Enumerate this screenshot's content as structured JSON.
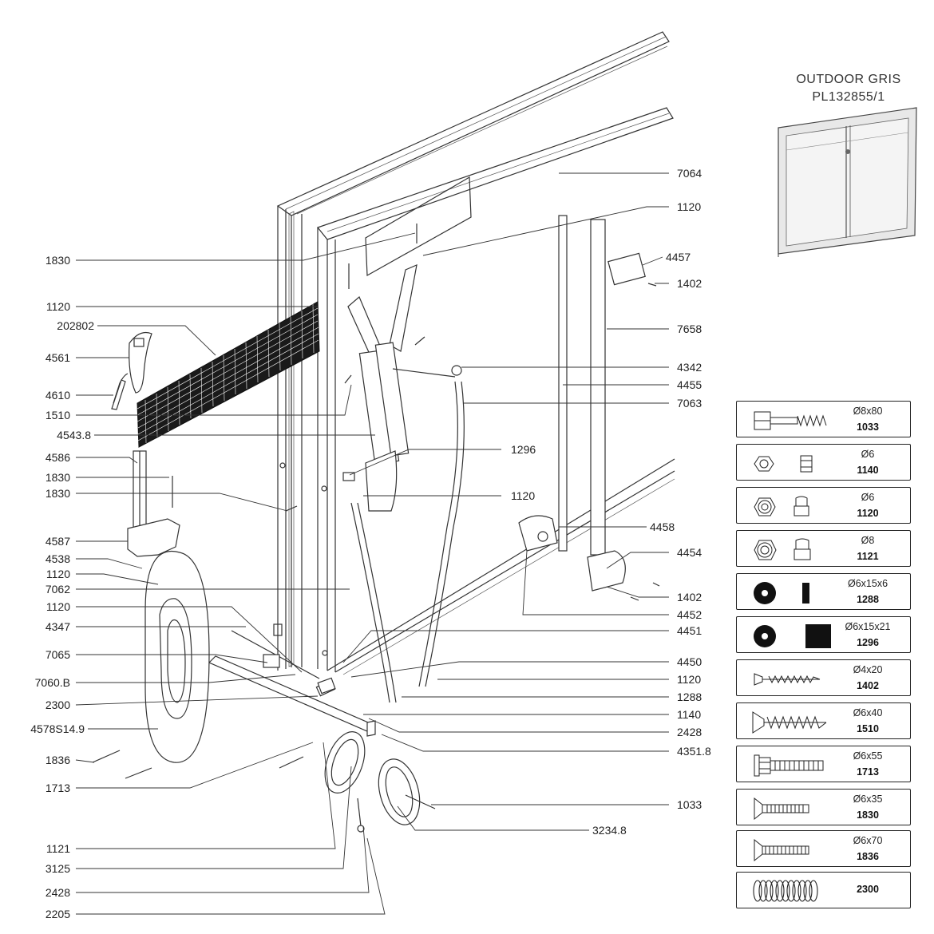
{
  "title": {
    "line1": "OUTDOOR  GRIS",
    "line2": "PL132855/1"
  },
  "callouts_left": [
    "1830",
    "1120",
    "202802",
    "4561",
    "4610",
    "1510",
    "4543.8",
    "4586",
    "1830",
    "1830",
    "4587",
    "4538",
    "1120",
    "7062",
    "1120",
    "4347",
    "7065",
    "7060.B",
    "2300",
    "4578S14.9",
    "1836",
    "1713",
    "1121",
    "3125",
    "2428",
    "2205"
  ],
  "callouts_right": [
    "7064",
    "1120",
    "4457",
    "1402",
    "7658",
    "4342",
    "4455",
    "7063",
    "1296",
    "1120",
    "4458",
    "4454",
    "1402",
    "4452",
    "4451",
    "4450",
    "1120",
    "1288",
    "1140",
    "2428",
    "4351.8",
    "1033",
    "3234.8"
  ],
  "legend": [
    {
      "dim": "Ø8x80",
      "code": "1033",
      "icon": "hex-bolt-icon"
    },
    {
      "dim": "Ø6",
      "code": "1140",
      "icon": "hex-nut-icon"
    },
    {
      "dim": "Ø6",
      "code": "1120",
      "icon": "lock-nut-icon"
    },
    {
      "dim": "Ø8",
      "code": "1121",
      "icon": "lock-nut-icon"
    },
    {
      "dim": "Ø6x15x6",
      "code": "1288",
      "icon": "washer-icon"
    },
    {
      "dim": "Ø6x15x21",
      "code": "1296",
      "icon": "spacer-icon"
    },
    {
      "dim": "Ø4x20",
      "code": "1402",
      "icon": "wood-screw-icon"
    },
    {
      "dim": "Ø6x40",
      "code": "1510",
      "icon": "countersunk-screw-icon"
    },
    {
      "dim": "Ø6x55",
      "code": "1713",
      "icon": "flange-bolt-icon"
    },
    {
      "dim": "Ø6x35",
      "code": "1830",
      "icon": "countersunk-bolt-icon"
    },
    {
      "dim": "Ø6x70",
      "code": "1836",
      "icon": "countersunk-bolt-long-icon"
    },
    {
      "dim": "",
      "code": "2300",
      "icon": "spring-icon"
    }
  ]
}
